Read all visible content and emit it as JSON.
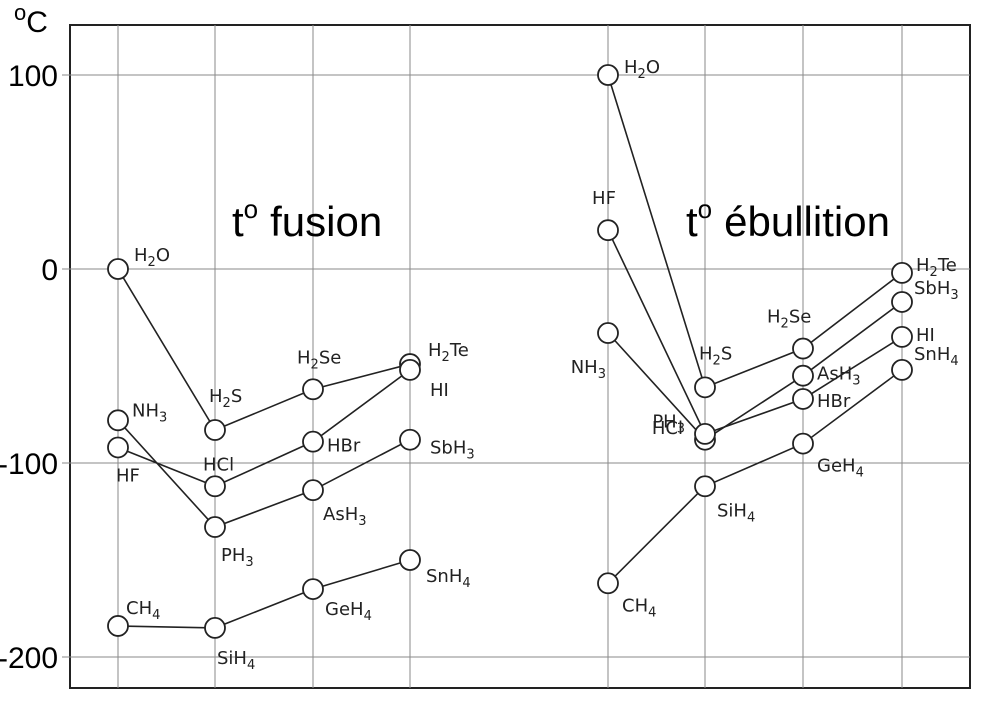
{
  "chart_data": {
    "type": "line",
    "unit": "C",
    "unit_degree": "o",
    "y_ticks": [
      100,
      0,
      -100,
      -200
    ],
    "ylim": [
      -215,
      125
    ],
    "grid": true,
    "panels": [
      {
        "title_prefix": "t",
        "title_degree": "o",
        "title": "fusion",
        "x": [
          0,
          1,
          2,
          3
        ],
        "series": [
          {
            "points": [
              {
                "x": 0,
                "y": -184,
                "label": "CH",
                "sub": "4"
              },
              {
                "x": 1,
                "y": -185,
                "label": "SiH",
                "sub": "4"
              },
              {
                "x": 2,
                "y": -165,
                "label": "GeH",
                "sub": "4"
              },
              {
                "x": 3,
                "y": -150,
                "label": "SnH",
                "sub": "4"
              }
            ]
          },
          {
            "points": [
              {
                "x": 0,
                "y": -78,
                "label": "NH",
                "sub": "3"
              },
              {
                "x": 1,
                "y": -133,
                "label": "PH",
                "sub": "3"
              },
              {
                "x": 2,
                "y": -114,
                "label": "AsH",
                "sub": "3"
              },
              {
                "x": 3,
                "y": -88,
                "label": "SbH",
                "sub": "3"
              }
            ]
          },
          {
            "points": [
              {
                "x": 0,
                "y": 0,
                "label": "H",
                "sub": "2",
                "suffix": "O"
              },
              {
                "x": 1,
                "y": -83,
                "label": "H",
                "sub": "2",
                "suffix": "S"
              },
              {
                "x": 2,
                "y": -62,
                "label": "H",
                "sub": "2",
                "suffix": "Se"
              },
              {
                "x": 3,
                "y": -49,
                "label": "H",
                "sub": "2",
                "suffix": "Te"
              }
            ]
          },
          {
            "points": [
              {
                "x": 0,
                "y": -92,
                "label": "HF"
              },
              {
                "x": 1,
                "y": -112,
                "label": "HCl"
              },
              {
                "x": 2,
                "y": -89,
                "label": "HBr"
              },
              {
                "x": 3,
                "y": -52,
                "label": "HI"
              }
            ]
          }
        ]
      },
      {
        "title_prefix": "t",
        "title_degree": "o",
        "title": "ébullition",
        "x": [
          0,
          1,
          2,
          3
        ],
        "series": [
          {
            "points": [
              {
                "x": 0,
                "y": -162,
                "label": "CH",
                "sub": "4"
              },
              {
                "x": 1,
                "y": -112,
                "label": "SiH",
                "sub": "4"
              },
              {
                "x": 2,
                "y": -90,
                "label": "GeH",
                "sub": "4"
              },
              {
                "x": 3,
                "y": -52,
                "label": "SnH",
                "sub": "4"
              }
            ]
          },
          {
            "points": [
              {
                "x": 0,
                "y": -33,
                "label": "NH",
                "sub": "3"
              },
              {
                "x": 1,
                "y": -88,
                "label": "PH",
                "sub": "3"
              },
              {
                "x": 2,
                "y": -55,
                "label": "AsH",
                "sub": "3"
              },
              {
                "x": 3,
                "y": -17,
                "label": "SbH",
                "sub": "3"
              }
            ]
          },
          {
            "points": [
              {
                "x": 0,
                "y": 100,
                "label": "H",
                "sub": "2",
                "suffix": "O"
              },
              {
                "x": 1,
                "y": -61,
                "label": "H",
                "sub": "2",
                "suffix": "S"
              },
              {
                "x": 2,
                "y": -41,
                "label": "H",
                "sub": "2",
                "suffix": "Se"
              },
              {
                "x": 3,
                "y": -2,
                "label": "H",
                "sub": "2",
                "suffix": "Te"
              }
            ]
          },
          {
            "points": [
              {
                "x": 0,
                "y": 20,
                "label": "HF"
              },
              {
                "x": 1,
                "y": -85,
                "label": "HCl"
              },
              {
                "x": 2,
                "y": -67,
                "label": "HBr"
              },
              {
                "x": 3,
                "y": -35,
                "label": "HI"
              }
            ]
          }
        ]
      }
    ]
  }
}
